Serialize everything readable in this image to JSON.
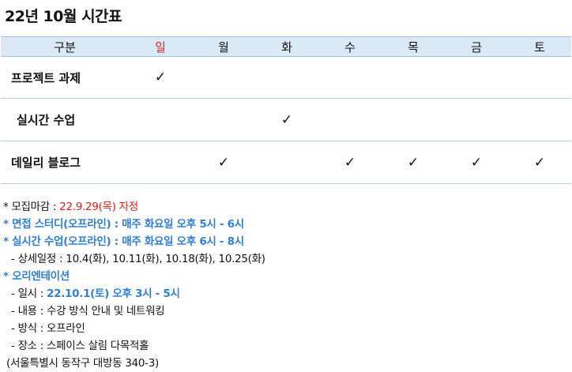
{
  "title": "22년 10월 시간표",
  "table": {
    "header": {
      "category": "구분",
      "days": [
        "일",
        "월",
        "화",
        "수",
        "목",
        "금",
        "토"
      ]
    },
    "check_mark": "✓",
    "rows": [
      {
        "name": "프로젝트 과제",
        "checks": [
          true,
          false,
          false,
          false,
          false,
          false,
          false
        ]
      },
      {
        "name": "실시간 수업",
        "checks": [
          false,
          false,
          true,
          false,
          false,
          false,
          false
        ]
      },
      {
        "name": "데일리 블로그",
        "checks": [
          false,
          true,
          false,
          true,
          true,
          true,
          true
        ]
      }
    ]
  },
  "notes": {
    "deadline_prefix": "* 모집마감 : ",
    "deadline_value": "22.9.29(목) 자정",
    "interview": "* 면접 스터디(오프라인) : 매주 화요일 오후 5시 - 6시",
    "live_class": "* 실시간 수업(오프라인) : 매주 화요일 오후 6시 - 8시",
    "live_class_detail": "- 상세일정 : 10.4(화), 10.11(화), 10.18(화), 10.25(화)",
    "orientation": "* 오리엔테이션",
    "ot_date_prefix": "- 일시 : ",
    "ot_date_value": "22.10.1(토) 오후 3시 - 5시",
    "ot_content": "- 내용 : 수강 방식 안내 및 네트워킹",
    "ot_method": "- 방식 : 오프라인",
    "ot_place": "- 장소 : 스페이스 살림 다목적홀",
    "ot_address": "(서울특별시 동작구 대방동 340-3)"
  },
  "colors": {
    "header_bg": "#dbe9f6",
    "sunday": "#e0201a",
    "highlight_red": "#e0201a",
    "highlight_blue": "#2f7fd6"
  }
}
